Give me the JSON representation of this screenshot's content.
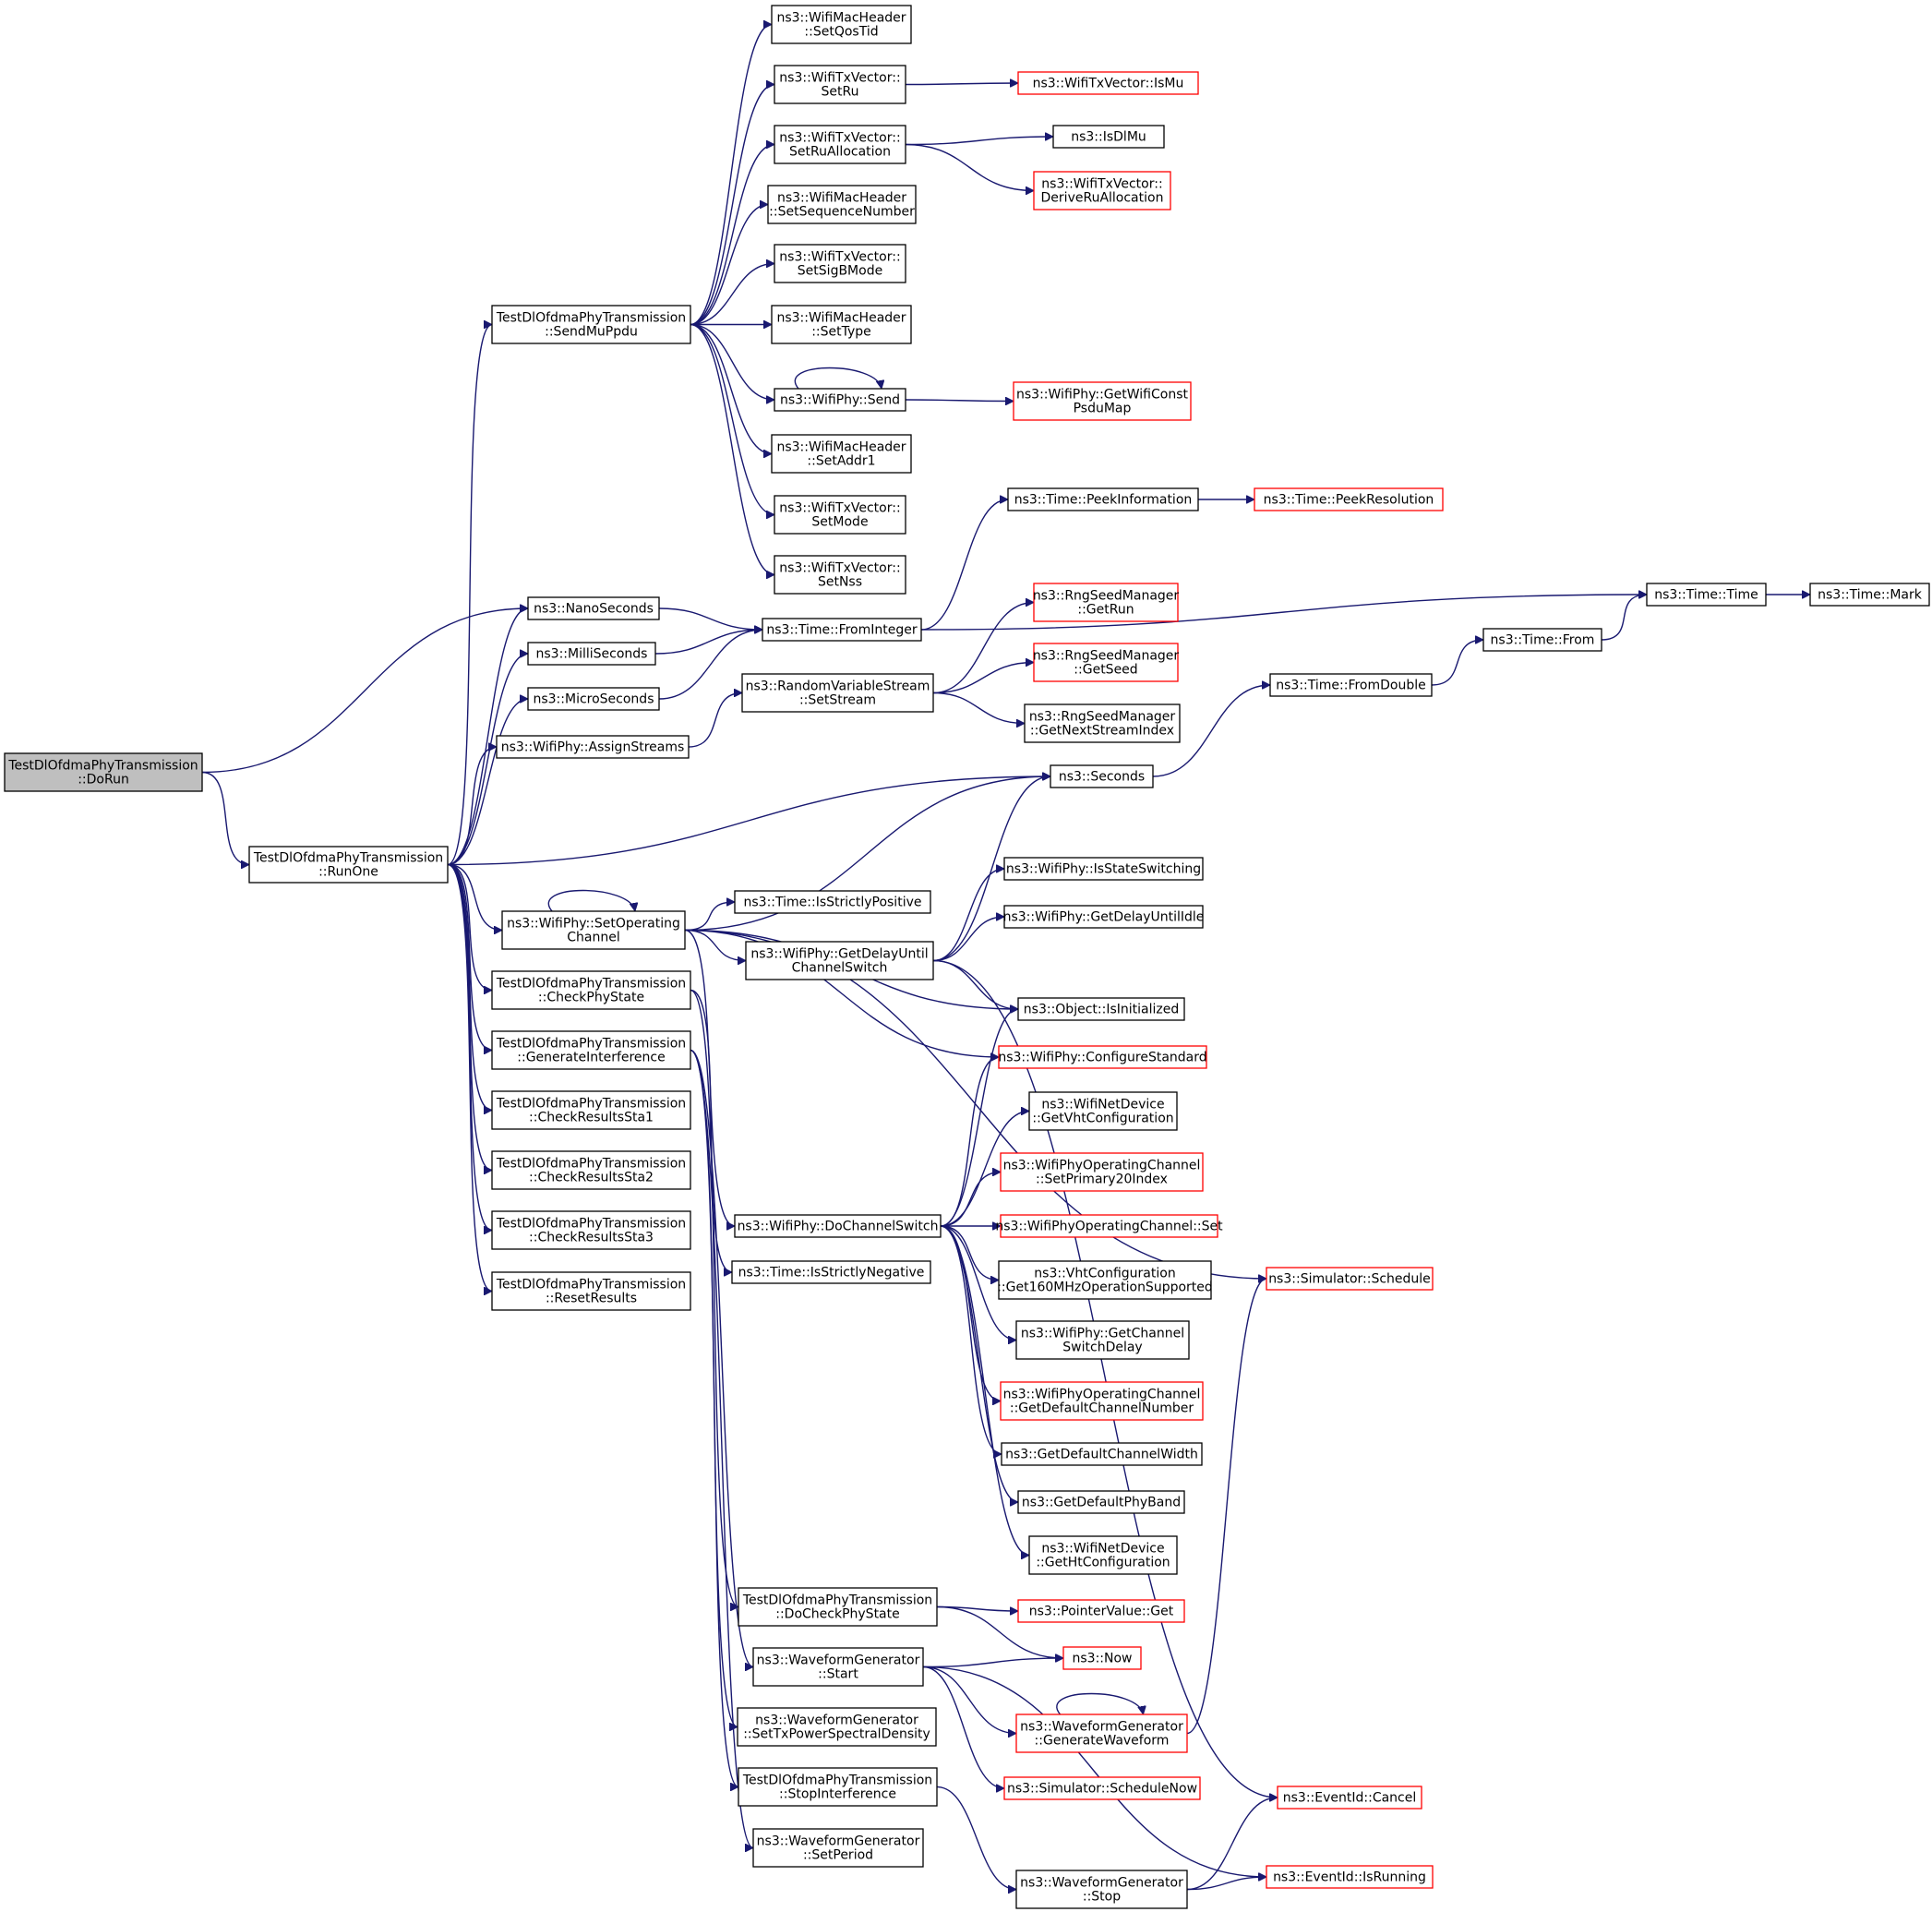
{
  "diagram": {
    "title": "",
    "colors": {
      "edge": "#191970",
      "border": "#000000",
      "border_truncated": "#ff0000",
      "root_fill": "#bfbfbf"
    },
    "nodes": [
      {
        "id": "DoRun",
        "lines": [
          "TestDlOfdmaPhyTransmission",
          "::DoRun"
        ],
        "style": "root"
      },
      {
        "id": "RunOne",
        "lines": [
          "TestDlOfdmaPhyTransmission",
          "::RunOne"
        ],
        "style": "normal"
      },
      {
        "id": "SendMuPpdu",
        "lines": [
          "TestDlOfdmaPhyTransmission",
          "::SendMuPpdu"
        ],
        "style": "normal"
      },
      {
        "id": "NanoSeconds",
        "lines": [
          "ns3::NanoSeconds"
        ],
        "style": "normal"
      },
      {
        "id": "MilliSeconds",
        "lines": [
          "ns3::MilliSeconds"
        ],
        "style": "normal"
      },
      {
        "id": "MicroSeconds",
        "lines": [
          "ns3::MicroSeconds"
        ],
        "style": "normal"
      },
      {
        "id": "AssignStreams",
        "lines": [
          "ns3::WifiPhy::AssignStreams"
        ],
        "style": "normal"
      },
      {
        "id": "SetOperatingChannel",
        "lines": [
          "ns3::WifiPhy::SetOperating",
          "Channel"
        ],
        "style": "normal"
      },
      {
        "id": "CheckPhyState",
        "lines": [
          "TestDlOfdmaPhyTransmission",
          "::CheckPhyState"
        ],
        "style": "normal"
      },
      {
        "id": "GenerateInterference",
        "lines": [
          "TestDlOfdmaPhyTransmission",
          "::GenerateInterference"
        ],
        "style": "normal"
      },
      {
        "id": "CheckResultsSta1",
        "lines": [
          "TestDlOfdmaPhyTransmission",
          "::CheckResultsSta1"
        ],
        "style": "normal"
      },
      {
        "id": "CheckResultsSta2",
        "lines": [
          "TestDlOfdmaPhyTransmission",
          "::CheckResultsSta2"
        ],
        "style": "normal"
      },
      {
        "id": "CheckResultsSta3",
        "lines": [
          "TestDlOfdmaPhyTransmission",
          "::CheckResultsSta3"
        ],
        "style": "normal"
      },
      {
        "id": "ResetResults",
        "lines": [
          "TestDlOfdmaPhyTransmission",
          "::ResetResults"
        ],
        "style": "normal"
      },
      {
        "id": "SetQosTid",
        "lines": [
          "ns3::WifiMacHeader",
          "::SetQosTid"
        ],
        "style": "normal"
      },
      {
        "id": "SetRu",
        "lines": [
          "ns3::WifiTxVector::",
          "SetRu"
        ],
        "style": "normal"
      },
      {
        "id": "SetRuAllocation",
        "lines": [
          "ns3::WifiTxVector::",
          "SetRuAllocation"
        ],
        "style": "normal"
      },
      {
        "id": "SetSequenceNumber",
        "lines": [
          "ns3::WifiMacHeader",
          "::SetSequenceNumber"
        ],
        "style": "normal"
      },
      {
        "id": "SetSigBMode",
        "lines": [
          "ns3::WifiTxVector::",
          "SetSigBMode"
        ],
        "style": "normal"
      },
      {
        "id": "SetType",
        "lines": [
          "ns3::WifiMacHeader",
          "::SetType"
        ],
        "style": "normal"
      },
      {
        "id": "WifiPhySend",
        "lines": [
          "ns3::WifiPhy::Send"
        ],
        "style": "normal"
      },
      {
        "id": "SetAddr1",
        "lines": [
          "ns3::WifiMacHeader",
          "::SetAddr1"
        ],
        "style": "normal"
      },
      {
        "id": "SetMode",
        "lines": [
          "ns3::WifiTxVector::",
          "SetMode"
        ],
        "style": "normal"
      },
      {
        "id": "SetNss",
        "lines": [
          "ns3::WifiTxVector::",
          "SetNss"
        ],
        "style": "normal"
      },
      {
        "id": "IsMu",
        "lines": [
          "ns3::WifiTxVector::IsMu"
        ],
        "style": "red"
      },
      {
        "id": "IsDlMu",
        "lines": [
          "ns3::IsDlMu"
        ],
        "style": "normal"
      },
      {
        "id": "DeriveRuAllocation",
        "lines": [
          "ns3::WifiTxVector::",
          "DeriveRuAllocation"
        ],
        "style": "red"
      },
      {
        "id": "GetWifiConstPsduMap",
        "lines": [
          "ns3::WifiPhy::GetWifiConst",
          "PsduMap"
        ],
        "style": "red"
      },
      {
        "id": "PeekInformation",
        "lines": [
          "ns3::Time::PeekInformation"
        ],
        "style": "normal"
      },
      {
        "id": "PeekResolution",
        "lines": [
          "ns3::Time::PeekResolution"
        ],
        "style": "red"
      },
      {
        "id": "FromInteger",
        "lines": [
          "ns3::Time::FromInteger"
        ],
        "style": "normal"
      },
      {
        "id": "TimeTime",
        "lines": [
          "ns3::Time::Time"
        ],
        "style": "normal"
      },
      {
        "id": "TimeMark",
        "lines": [
          "ns3::Time::Mark"
        ],
        "style": "normal"
      },
      {
        "id": "GetRun",
        "lines": [
          "ns3::RngSeedManager",
          "::GetRun"
        ],
        "style": "red"
      },
      {
        "id": "GetSeed",
        "lines": [
          "ns3::RngSeedManager",
          "::GetSeed"
        ],
        "style": "red"
      },
      {
        "id": "GetNextStreamIndex",
        "lines": [
          "ns3::RngSeedManager",
          "::GetNextStreamIndex"
        ],
        "style": "normal"
      },
      {
        "id": "SetStream",
        "lines": [
          "ns3::RandomVariableStream",
          "::SetStream"
        ],
        "style": "normal"
      },
      {
        "id": "TimeFrom",
        "lines": [
          "ns3::Time::From"
        ],
        "style": "normal"
      },
      {
        "id": "FromDouble",
        "lines": [
          "ns3::Time::FromDouble"
        ],
        "style": "normal"
      },
      {
        "id": "Seconds",
        "lines": [
          "ns3::Seconds"
        ],
        "style": "normal"
      },
      {
        "id": "IsStateSwitching",
        "lines": [
          "ns3::WifiPhy::IsStateSwitching"
        ],
        "style": "normal"
      },
      {
        "id": "GetDelayUntilIdle",
        "lines": [
          "ns3::WifiPhy::GetDelayUntilIdle"
        ],
        "style": "normal"
      },
      {
        "id": "IsStrictlyPositive",
        "lines": [
          "ns3::Time::IsStrictlyPositive"
        ],
        "style": "normal"
      },
      {
        "id": "GetDelayUntilChannelSwitch",
        "lines": [
          "ns3::WifiPhy::GetDelayUntil",
          "ChannelSwitch"
        ],
        "style": "normal"
      },
      {
        "id": "IsInitialized",
        "lines": [
          "ns3::Object::IsInitialized"
        ],
        "style": "normal"
      },
      {
        "id": "ConfigureStandard",
        "lines": [
          "ns3::WifiPhy::ConfigureStandard"
        ],
        "style": "red"
      },
      {
        "id": "GetVhtConfiguration",
        "lines": [
          "ns3::WifiNetDevice",
          "::GetVhtConfiguration"
        ],
        "style": "normal"
      },
      {
        "id": "SetPrimary20Index",
        "lines": [
          "ns3::WifiPhyOperatingChannel",
          "::SetPrimary20Index"
        ],
        "style": "red"
      },
      {
        "id": "DoChannelSwitch",
        "lines": [
          "ns3::WifiPhy::DoChannelSwitch"
        ],
        "style": "normal"
      },
      {
        "id": "OperatingChannelSet",
        "lines": [
          "ns3::WifiPhyOperatingChannel::Set"
        ],
        "style": "red"
      },
      {
        "id": "Get160MHz",
        "lines": [
          "ns3::VhtConfiguration",
          "::Get160MHzOperationSupported"
        ],
        "style": "normal"
      },
      {
        "id": "SimulatorSchedule",
        "lines": [
          "ns3::Simulator::Schedule"
        ],
        "style": "red"
      },
      {
        "id": "IsStrictlyNegative",
        "lines": [
          "ns3::Time::IsStrictlyNegative"
        ],
        "style": "normal"
      },
      {
        "id": "GetChannelSwitchDelay",
        "lines": [
          "ns3::WifiPhy::GetChannel",
          "SwitchDelay"
        ],
        "style": "normal"
      },
      {
        "id": "GetDefaultChannelNumber",
        "lines": [
          "ns3::WifiPhyOperatingChannel",
          "::GetDefaultChannelNumber"
        ],
        "style": "red"
      },
      {
        "id": "GetDefaultChannelWidth",
        "lines": [
          "ns3::GetDefaultChannelWidth"
        ],
        "style": "normal"
      },
      {
        "id": "GetDefaultPhyBand",
        "lines": [
          "ns3::GetDefaultPhyBand"
        ],
        "style": "normal"
      },
      {
        "id": "GetHtConfiguration",
        "lines": [
          "ns3::WifiNetDevice",
          "::GetHtConfiguration"
        ],
        "style": "normal"
      },
      {
        "id": "DoCheckPhyState",
        "lines": [
          "TestDlOfdmaPhyTransmission",
          "::DoCheckPhyState"
        ],
        "style": "normal"
      },
      {
        "id": "PointerValueGet",
        "lines": [
          "ns3::PointerValue::Get"
        ],
        "style": "red"
      },
      {
        "id": "Now",
        "lines": [
          "ns3::Now"
        ],
        "style": "red"
      },
      {
        "id": "WGStart",
        "lines": [
          "ns3::WaveformGenerator",
          "::Start"
        ],
        "style": "normal"
      },
      {
        "id": "GenerateWaveform",
        "lines": [
          "ns3::WaveformGenerator",
          "::GenerateWaveform"
        ],
        "style": "red"
      },
      {
        "id": "SetTxPowerSpectralDensity",
        "lines": [
          "ns3::WaveformGenerator",
          "::SetTxPowerSpectralDensity"
        ],
        "style": "normal"
      },
      {
        "id": "ScheduleNow",
        "lines": [
          "ns3::Simulator::ScheduleNow"
        ],
        "style": "red"
      },
      {
        "id": "StopInterference",
        "lines": [
          "TestDlOfdmaPhyTransmission",
          "::StopInterference"
        ],
        "style": "normal"
      },
      {
        "id": "EventIdCancel",
        "lines": [
          "ns3::EventId::Cancel"
        ],
        "style": "red"
      },
      {
        "id": "SetPeriod",
        "lines": [
          "ns3::WaveformGenerator",
          "::SetPeriod"
        ],
        "style": "normal"
      },
      {
        "id": "WGStop",
        "lines": [
          "ns3::WaveformGenerator",
          "::Stop"
        ],
        "style": "normal"
      },
      {
        "id": "EventIdIsRunning",
        "lines": [
          "ns3::EventId::IsRunning"
        ],
        "style": "red"
      }
    ],
    "edges": [
      [
        "DoRun",
        "RunOne"
      ],
      [
        "DoRun",
        "NanoSeconds"
      ],
      [
        "RunOne",
        "SendMuPpdu"
      ],
      [
        "RunOne",
        "NanoSeconds"
      ],
      [
        "RunOne",
        "MilliSeconds"
      ],
      [
        "RunOne",
        "MicroSeconds"
      ],
      [
        "RunOne",
        "AssignStreams"
      ],
      [
        "RunOne",
        "Seconds"
      ],
      [
        "RunOne",
        "SetOperatingChannel"
      ],
      [
        "RunOne",
        "CheckPhyState"
      ],
      [
        "RunOne",
        "GenerateInterference"
      ],
      [
        "RunOne",
        "CheckResultsSta1"
      ],
      [
        "RunOne",
        "CheckResultsSta2"
      ],
      [
        "RunOne",
        "CheckResultsSta3"
      ],
      [
        "RunOne",
        "ResetResults"
      ],
      [
        "SendMuPpdu",
        "SetQosTid"
      ],
      [
        "SendMuPpdu",
        "SetRu"
      ],
      [
        "SendMuPpdu",
        "SetRuAllocation"
      ],
      [
        "SendMuPpdu",
        "SetSequenceNumber"
      ],
      [
        "SendMuPpdu",
        "SetSigBMode"
      ],
      [
        "SendMuPpdu",
        "SetType"
      ],
      [
        "SendMuPpdu",
        "WifiPhySend"
      ],
      [
        "SendMuPpdu",
        "SetAddr1"
      ],
      [
        "SendMuPpdu",
        "SetMode"
      ],
      [
        "SendMuPpdu",
        "SetNss"
      ],
      [
        "SetRu",
        "IsMu"
      ],
      [
        "SetRuAllocation",
        "IsDlMu"
      ],
      [
        "SetRuAllocation",
        "DeriveRuAllocation"
      ],
      [
        "WifiPhySend",
        "GetWifiConstPsduMap"
      ],
      [
        "WifiPhySend",
        "WifiPhySend"
      ],
      [
        "NanoSeconds",
        "FromInteger"
      ],
      [
        "MilliSeconds",
        "FromInteger"
      ],
      [
        "MicroSeconds",
        "FromInteger"
      ],
      [
        "FromInteger",
        "PeekInformation"
      ],
      [
        "FromInteger",
        "TimeTime"
      ],
      [
        "PeekInformation",
        "PeekResolution"
      ],
      [
        "TimeTime",
        "TimeMark"
      ],
      [
        "AssignStreams",
        "SetStream"
      ],
      [
        "SetStream",
        "GetRun"
      ],
      [
        "SetStream",
        "GetSeed"
      ],
      [
        "SetStream",
        "GetNextStreamIndex"
      ],
      [
        "Seconds",
        "FromDouble"
      ],
      [
        "FromDouble",
        "TimeFrom"
      ],
      [
        "TimeFrom",
        "TimeTime"
      ],
      [
        "SetOperatingChannel",
        "SetOperatingChannel"
      ],
      [
        "SetOperatingChannel",
        "Seconds"
      ],
      [
        "SetOperatingChannel",
        "SimulatorSchedule"
      ],
      [
        "SetOperatingChannel",
        "IsStrictlyPositive"
      ],
      [
        "SetOperatingChannel",
        "GetDelayUntilChannelSwitch"
      ],
      [
        "SetOperatingChannel",
        "IsInitialized"
      ],
      [
        "SetOperatingChannel",
        "ConfigureStandard"
      ],
      [
        "SetOperatingChannel",
        "DoChannelSwitch"
      ],
      [
        "GetDelayUntilChannelSwitch",
        "Seconds"
      ],
      [
        "GetDelayUntilChannelSwitch",
        "IsStateSwitching"
      ],
      [
        "GetDelayUntilChannelSwitch",
        "GetDelayUntilIdle"
      ],
      [
        "GetDelayUntilChannelSwitch",
        "IsInitialized"
      ],
      [
        "GetDelayUntilChannelSwitch",
        "EventIdCancel"
      ],
      [
        "DoChannelSwitch",
        "IsInitialized"
      ],
      [
        "DoChannelSwitch",
        "ConfigureStandard"
      ],
      [
        "DoChannelSwitch",
        "GetVhtConfiguration"
      ],
      [
        "DoChannelSwitch",
        "SetPrimary20Index"
      ],
      [
        "DoChannelSwitch",
        "OperatingChannelSet"
      ],
      [
        "DoChannelSwitch",
        "Get160MHz"
      ],
      [
        "DoChannelSwitch",
        "GetChannelSwitchDelay"
      ],
      [
        "DoChannelSwitch",
        "GetDefaultChannelNumber"
      ],
      [
        "DoChannelSwitch",
        "GetDefaultChannelWidth"
      ],
      [
        "DoChannelSwitch",
        "GetDefaultPhyBand"
      ],
      [
        "DoChannelSwitch",
        "GetHtConfiguration"
      ],
      [
        "CheckPhyState",
        "IsStrictlyNegative"
      ],
      [
        "CheckPhyState",
        "DoCheckPhyState"
      ],
      [
        "DoCheckPhyState",
        "PointerValueGet"
      ],
      [
        "DoCheckPhyState",
        "Now"
      ],
      [
        "GenerateInterference",
        "WGStart"
      ],
      [
        "GenerateInterference",
        "SetTxPowerSpectralDensity"
      ],
      [
        "GenerateInterference",
        "StopInterference"
      ],
      [
        "GenerateInterference",
        "SetPeriod"
      ],
      [
        "WGStart",
        "Now"
      ],
      [
        "WGStart",
        "GenerateWaveform"
      ],
      [
        "WGStart",
        "ScheduleNow"
      ],
      [
        "WGStart",
        "EventIdIsRunning"
      ],
      [
        "GenerateWaveform",
        "GenerateWaveform"
      ],
      [
        "GenerateWaveform",
        "SimulatorSchedule"
      ],
      [
        "StopInterference",
        "WGStop"
      ],
      [
        "WGStop",
        "EventIdCancel"
      ],
      [
        "WGStop",
        "EventIdIsRunning"
      ]
    ]
  }
}
